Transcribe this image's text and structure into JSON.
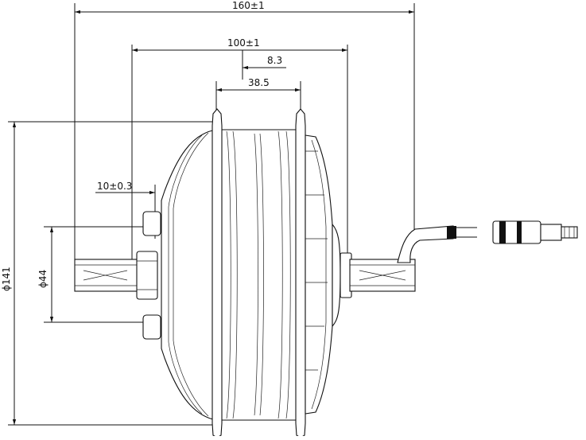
{
  "drawing": {
    "dimensions": {
      "overall_width": "160±1",
      "flange_spacing": "100±1",
      "offset_small": "8.3",
      "flange_gap": "38.5",
      "shaft_ext": "10±0.3",
      "shaft_dia": "ϕ44",
      "outer_dia": "ϕ141"
    }
  }
}
